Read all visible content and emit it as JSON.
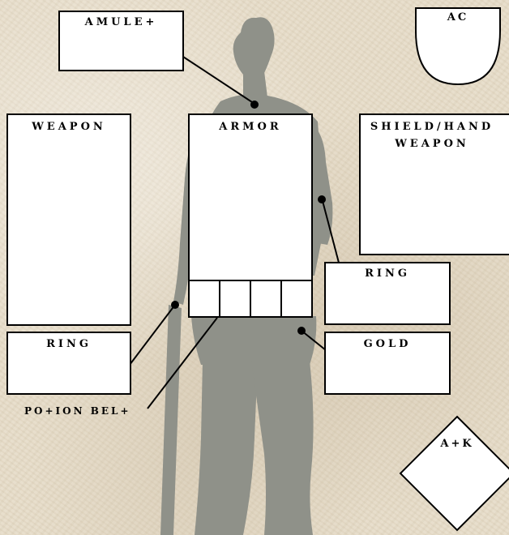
{
  "slots": {
    "amulet": "AMULE+",
    "ac": "AC",
    "weapon": "WEAPON",
    "armor": "ARMOR",
    "shield_line1": "SHIELD/HAND",
    "shield_line2": "WEAPON",
    "ring_right": "RING",
    "ring_left": "RING",
    "gold": "GOLD",
    "potion_belt": "PO+ION BEL+",
    "atk": "A+K"
  },
  "colors": {
    "background": "#e6dcc8",
    "silhouette": "#8f9189",
    "slot_fill": "#ffffff",
    "ink": "#000000"
  },
  "potion_belt_slot_count": 4
}
